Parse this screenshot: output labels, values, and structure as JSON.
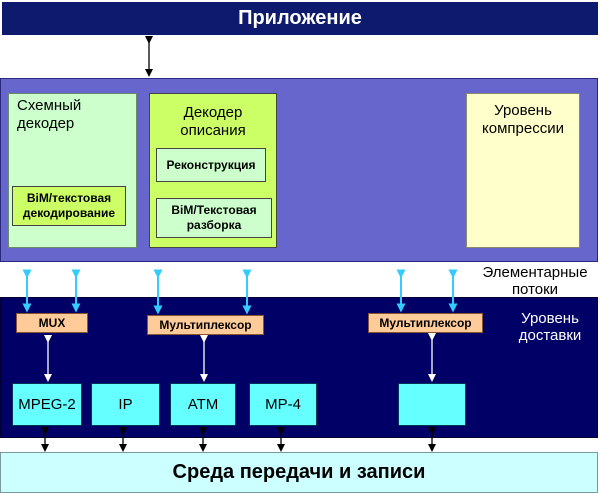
{
  "application": {
    "title": "Приложение"
  },
  "top": {
    "scheme_decoder": "Схемный декодер",
    "bim_decoding": "BiM/текстовая декодирование",
    "description_decoder": "Декодер описания",
    "reconstruction": "Реконструкция",
    "bim_parsing": "BiM/Текстовая разборка",
    "compression_level": "Уровень компрессии"
  },
  "elementary_streams_label": "Элементарные потоки",
  "delivery_level_label": "Уровень доставки",
  "delivery": {
    "mux": "MUX",
    "multiplexer_1": "Мультиплексор",
    "multiplexer_2": "Мультиплексор",
    "transports": [
      "MPEG-2",
      "IP",
      "ATM",
      "MP-4",
      ""
    ]
  },
  "medium": {
    "title": "Среда передачи и записи"
  },
  "colors": {
    "app_bar": "#0d1a6e",
    "top_panel": "#6666cc",
    "delivery_panel": "#000066",
    "stream_arrows": "#33ccff",
    "multiplexer": "#ffcc99",
    "transport": "#66ffff",
    "medium": "#ccffff"
  }
}
